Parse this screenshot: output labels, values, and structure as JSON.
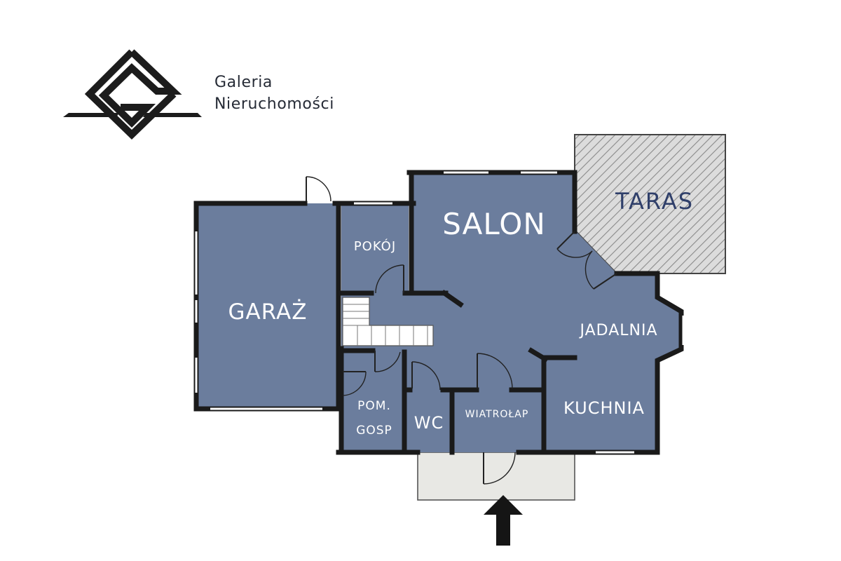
{
  "brand": {
    "line1": "Galeria",
    "line2": "Nieruchomości",
    "logo_icon": "g-diamond-logo-icon"
  },
  "rooms": {
    "salon": "SALON",
    "taras": "TARAS",
    "garaz": "GARAŻ",
    "pokoj": "POKÓJ",
    "jadalnia": "JADALNIA",
    "kuchnia": "KUCHNIA",
    "pom_line1": "POM.",
    "pom_line2": "GOSP",
    "wc": "WC",
    "wiatrolap": "WIATROŁAP"
  },
  "colors": {
    "room_fill": "#6b7d9d",
    "wall": "#1a1a1a",
    "terrace_fill": "#dcdcdc",
    "terrace_hatch": "#8a8a8a",
    "porch_fill": "#e8e8e4",
    "taras_text": "#2f3f6a",
    "brand_text": "#262b36"
  },
  "entrance": {
    "icon": "entrance-arrow-icon"
  }
}
